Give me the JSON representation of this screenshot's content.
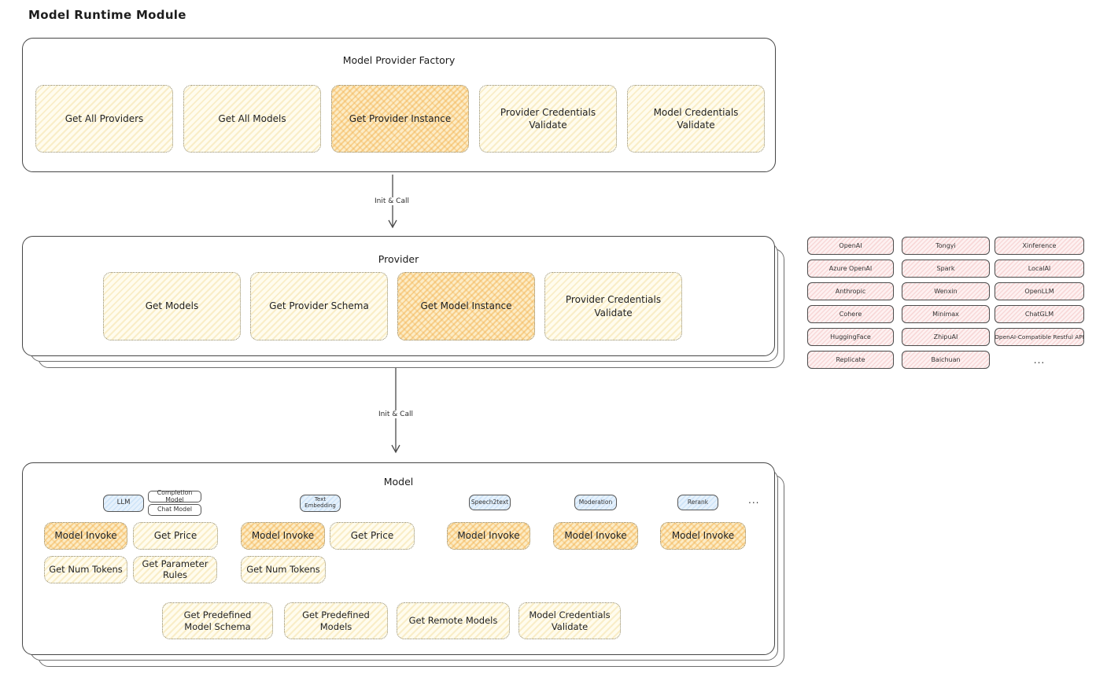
{
  "page_title": "Model Runtime Module",
  "colors": {
    "node_yellow": "#fffcee",
    "node_orange_hatch": "#f2b250",
    "tag_blue": "#e6f1fc",
    "pill_pink": "#fdf1f1",
    "border_dark": "#464646"
  },
  "factory": {
    "title": "Model Provider Factory",
    "buttons": [
      {
        "label": "Get All Providers"
      },
      {
        "label": "Get All Models"
      },
      {
        "label": "Get Provider Instance"
      },
      {
        "label": "Provider Credentials Validate"
      },
      {
        "label": "Model Credentials Validate"
      }
    ]
  },
  "arrow1": {
    "label": "Init & Call"
  },
  "arrow2": {
    "label": "Init & Call"
  },
  "provider": {
    "title": "Provider",
    "buttons": [
      {
        "label": "Get Models"
      },
      {
        "label": "Get Provider Schema"
      },
      {
        "label": "Get Model Instance"
      },
      {
        "label": "Provider Credentials Validate"
      }
    ]
  },
  "providers_list": {
    "columns": [
      {
        "items": [
          "OpenAI",
          "Azure OpenAI",
          "Anthropic",
          "Cohere",
          "HuggingFace",
          "Replicate"
        ]
      },
      {
        "items": [
          "Tongyi",
          "Spark",
          "Wenxin",
          "Minimax",
          "ZhipuAI",
          "Baichuan"
        ]
      },
      {
        "items": [
          "Xinference",
          "LocalAI",
          "OpenLLM",
          "ChatGLM",
          "OpenAI-Compatible Restful API"
        ]
      }
    ],
    "more": "..."
  },
  "model": {
    "title": "Model",
    "groups": {
      "llm": {
        "tag": "LLM",
        "subtags": [
          "Completion Model",
          "Chat Model"
        ],
        "buttons": [
          "Model Invoke",
          "Get Price",
          "Get Num Tokens",
          "Get Parameter Rules"
        ]
      },
      "text_embedding": {
        "tag": "Text Embedding",
        "buttons": [
          "Model Invoke",
          "Get Price",
          "Get Num Tokens"
        ]
      },
      "speech2text": {
        "tag": "Speech2text",
        "buttons": [
          "Model Invoke"
        ]
      },
      "moderation": {
        "tag": "Moderation",
        "buttons": [
          "Model Invoke"
        ]
      },
      "rerank": {
        "tag": "Rerank",
        "buttons": [
          "Model Invoke"
        ]
      }
    },
    "more": "...",
    "bottom_buttons": [
      "Get Predefined Model Schema",
      "Get Predefined Models",
      "Get Remote Models",
      "Model Credentials Validate"
    ]
  }
}
